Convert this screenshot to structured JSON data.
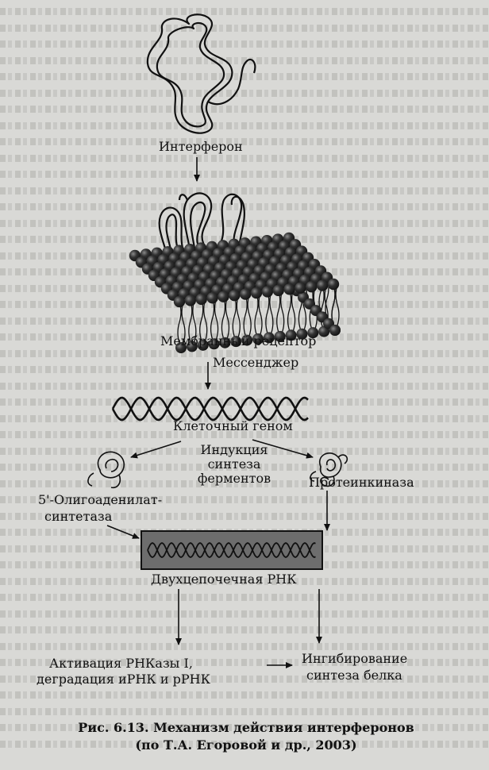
{
  "labels": {
    "interferon": "Интерферон",
    "membrane_receptor": "Мембранный рецептор",
    "messenger": "Мессенджер",
    "cell_genome": "Клеточный геном",
    "induction": "Индукция синтеза ферментов",
    "oligoadenylate_line1": "5'-Олигоаденилат-",
    "oligoadenylate_line2": "синтетаза",
    "protein_kinase": "Протеинкиназа",
    "double_strand_rna": "Двухцепочечная РНК",
    "rnase_line1": "Активация РНКазы I,",
    "rnase_line2": "деградация иРНК и рРНК",
    "inhibition_line1": "Ингибирование",
    "inhibition_line2": "синтеза белка"
  },
  "caption": {
    "line1": "Рис. 6.13. Механизм действия интерферонов",
    "line2": "(по Т.А. Егоровой и др., 2003)"
  },
  "colors": {
    "background": "#d9d9d6",
    "ink": "#111111",
    "membrane_bead": "#2b2b2b",
    "rna_box": "#6d6d6d"
  }
}
